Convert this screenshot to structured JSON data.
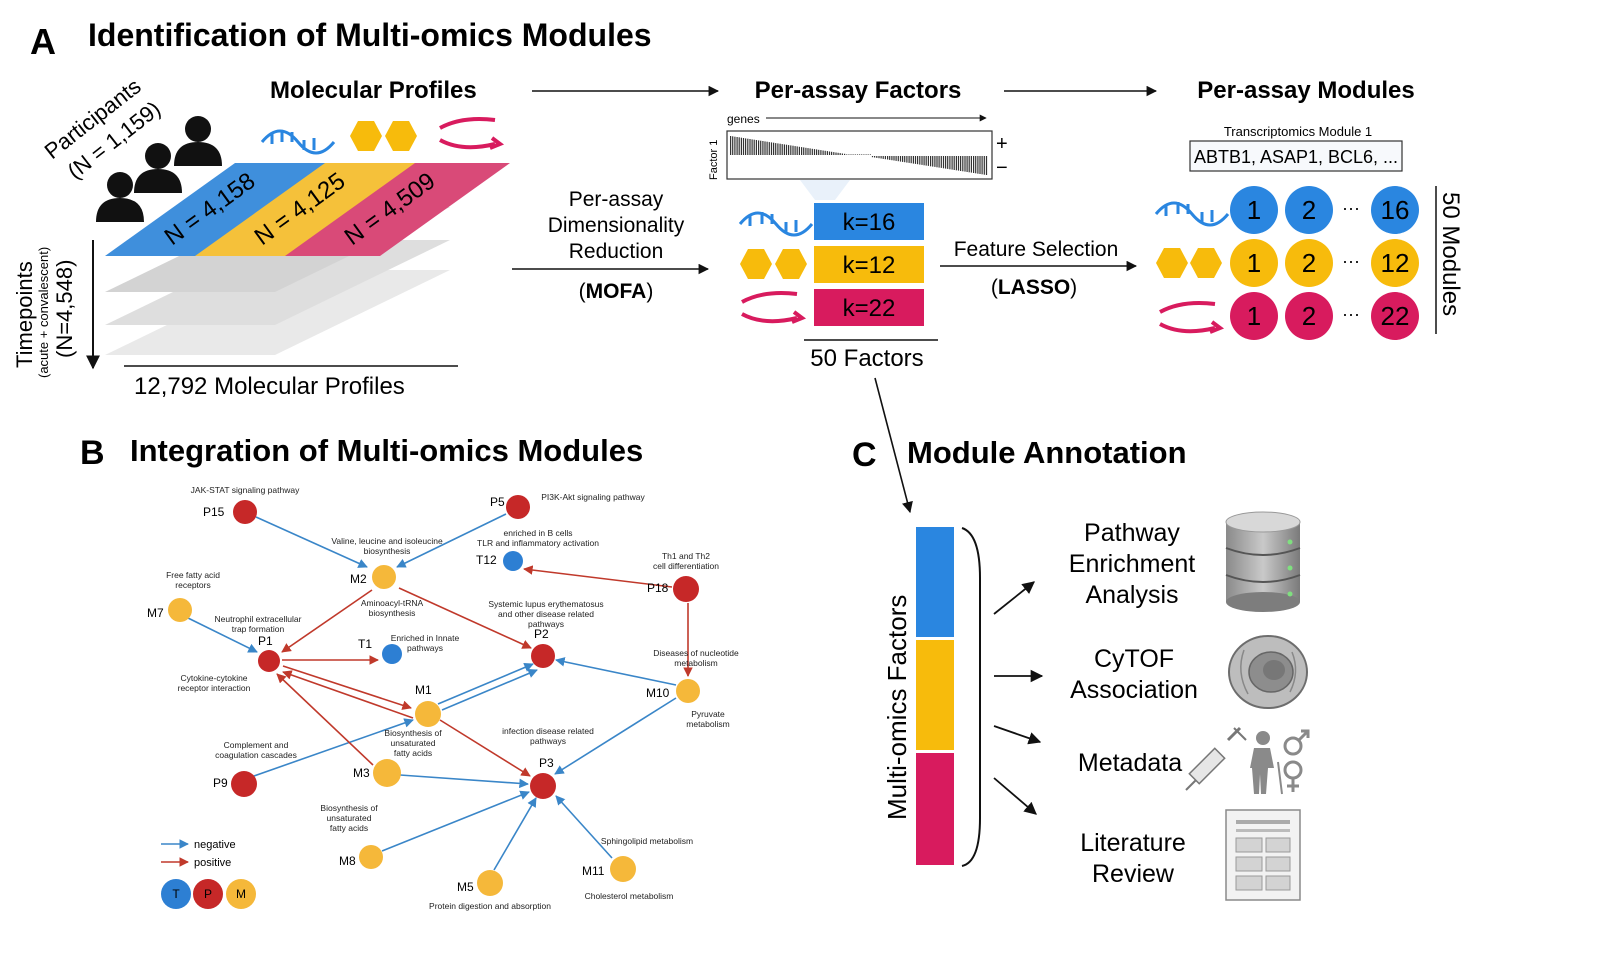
{
  "panel_a": {
    "letter": "A",
    "title": "Identification of Multi-omics Modules",
    "participants": "Participants",
    "participants_n": "(N = 1,159)",
    "molecular_profiles": "Molecular Profiles",
    "profiles": [
      {
        "label": "N = 4,158",
        "color": "#3f8fdc"
      },
      {
        "label": "N = 4,125",
        "color": "#f5c13a"
      },
      {
        "label": "N = 4,509",
        "color": "#d94a78"
      }
    ],
    "timepoints": "Timepoints",
    "timepoints_sub": "(acute + convalescent)",
    "timepoints_n": "(N=4,548)",
    "total_profiles": "12,792 Molecular Profiles",
    "dimred_line1": "Per-assay",
    "dimred_line2": "Dimensionality",
    "dimred_line3": "Reduction",
    "dimred_method": "MOFA",
    "paren_open": "(",
    "paren_close": ")",
    "per_assay_factors": "Per-assay Factors",
    "genes": "genes",
    "factor1": "Factor 1",
    "plus": "+",
    "minus": "−",
    "factors": [
      {
        "label": "k=16",
        "color": "#2a86e0"
      },
      {
        "label": "k=12",
        "color": "#f7bb0c"
      },
      {
        "label": "k=22",
        "color": "#d81b5e"
      }
    ],
    "factors_total": "50 Factors",
    "feature_selection": "Feature Selection",
    "feature_method": "LASSO",
    "per_assay_modules": "Per-assay Modules",
    "module_caption": "Transcriptomics Module 1",
    "module_genes": "ABTB1, ASAP1, BCL6, ...",
    "module_rows": [
      {
        "a": "1",
        "b": "2",
        "dots": "···",
        "last": "16",
        "color": "#2a86e0"
      },
      {
        "a": "1",
        "b": "2",
        "dots": "···",
        "last": "12",
        "color": "#f7bb0c"
      },
      {
        "a": "1",
        "b": "2",
        "dots": "···",
        "last": "22",
        "color": "#d81b5e"
      }
    ],
    "modules_total": "50 Modules"
  },
  "panel_b": {
    "letter": "B",
    "title": "Integration of Multi-omics Modules",
    "nodes": [
      {
        "id": "P15",
        "type": "P"
      },
      {
        "id": "P5",
        "type": "P"
      },
      {
        "id": "T12",
        "type": "T"
      },
      {
        "id": "P18",
        "type": "P"
      },
      {
        "id": "M2",
        "type": "M"
      },
      {
        "id": "M7",
        "type": "M"
      },
      {
        "id": "P1",
        "type": "P"
      },
      {
        "id": "T1",
        "type": "T"
      },
      {
        "id": "P2",
        "type": "P"
      },
      {
        "id": "M1",
        "type": "M"
      },
      {
        "id": "M10",
        "type": "M"
      },
      {
        "id": "M3",
        "type": "M"
      },
      {
        "id": "P3",
        "type": "P"
      },
      {
        "id": "P9",
        "type": "P"
      },
      {
        "id": "M8",
        "type": "M"
      },
      {
        "id": "M5",
        "type": "M"
      },
      {
        "id": "M11",
        "type": "M"
      }
    ],
    "annotations": [
      "JAK-STAT signaling pathway",
      "PI3K-Akt signaling pathway",
      "enriched in B cells",
      "TLR and inflammatory activation",
      "Valine, leucine and isoleucine",
      "biosynthesis",
      "Th1 and Th2",
      "cell differentiation",
      "Free fatty acid",
      "receptors",
      "Aminoacyl-tRNA",
      "biosynthesis",
      "Systemic lupus erythematosus",
      "and other disease related",
      "pathways",
      "Neutrophil extracellular",
      "trap formation",
      "Enriched in Innate",
      "pathways",
      "Diseases of nucleotide",
      "metabolism",
      "Cytokine-cytokine",
      "receptor interaction",
      "Pyruvate",
      "metabolism",
      "Complement and",
      "coagulation cascades",
      "Biosynthesis of",
      "unsaturated",
      "fatty acids",
      "infection disease related",
      "pathways",
      "Biosynthesis of",
      "unsaturated",
      "fatty acids",
      "Sphingolipid metabolism",
      "Cholesterol metabolism",
      "Protein digestion and absorption"
    ],
    "legend_negative": "negative",
    "legend_positive": "positive",
    "legend_types": [
      "T",
      "P",
      "M"
    ],
    "colors": {
      "negative": "#3a86c8",
      "positive": "#c0392b",
      "T": "#2d7fd3",
      "P": "#c62828",
      "M": "#f5b83a"
    }
  },
  "panel_c": {
    "letter": "C",
    "title": "Module Annotation",
    "axis_label": "Multi-omics Factors",
    "items": [
      {
        "lines": [
          "Pathway",
          "Enrichment",
          "Analysis"
        ],
        "icon": "database-icon"
      },
      {
        "lines": [
          "CyTOF",
          "Association"
        ],
        "icon": "cell-icon"
      },
      {
        "lines": [
          "Metadata"
        ],
        "icon": "syringe-person-gender-icon"
      },
      {
        "lines": [
          "Literature",
          "Review"
        ],
        "icon": "document-icon"
      }
    ],
    "bar_colors": [
      "#2a86e0",
      "#f7bb0c",
      "#d81b5e"
    ]
  }
}
